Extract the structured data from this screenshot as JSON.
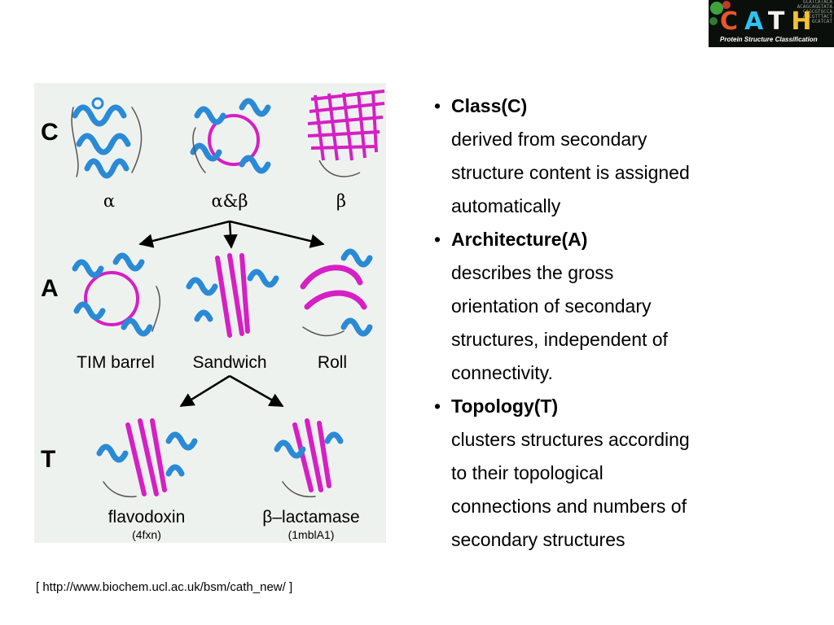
{
  "logo": {
    "letters": [
      "C",
      "A",
      "T",
      "H"
    ],
    "subtitle": "Protein Structure Classification",
    "sequence": [
      "GCATCATACA",
      "ACAGCAGGTATA",
      "CAGCGTGCCA",
      "ATCGTTTACT",
      "GCATCAT"
    ],
    "colors": [
      "#e8572a",
      "#2ec2f0",
      "#f2f2f2",
      "#f2c230"
    ]
  },
  "figure": {
    "rows": {
      "c": "C",
      "a": "A",
      "t": "T"
    },
    "class_labels": [
      "α",
      "α&β",
      "β"
    ],
    "arch_labels": [
      "TIM barrel",
      "Sandwich",
      "Roll"
    ],
    "topo_labels": [
      "flavodoxin",
      "β–lactamase"
    ],
    "topo_codes": [
      "(4fxn)",
      "(1mblA1)"
    ],
    "colors": {
      "helix": "#2a8ad6",
      "sheet": "#d61fc4",
      "coil": "#555555",
      "arrow": "#000000"
    }
  },
  "bullets": [
    {
      "heading": "Class(C)",
      "body": [
        "derived from secondary",
        "structure content is assigned",
        "automatically"
      ]
    },
    {
      "heading": "Architecture(A)",
      "body": [
        "describes the gross",
        "orientation of secondary",
        "structures, independent of",
        "connectivity."
      ]
    },
    {
      "heading": "Topology(T)",
      "body": [
        "clusters structures according",
        "to their topological",
        "connections and numbers of",
        "secondary structures"
      ]
    }
  ],
  "source": "[ http://www.biochem.ucl.ac.uk/bsm/cath_new/ ]"
}
